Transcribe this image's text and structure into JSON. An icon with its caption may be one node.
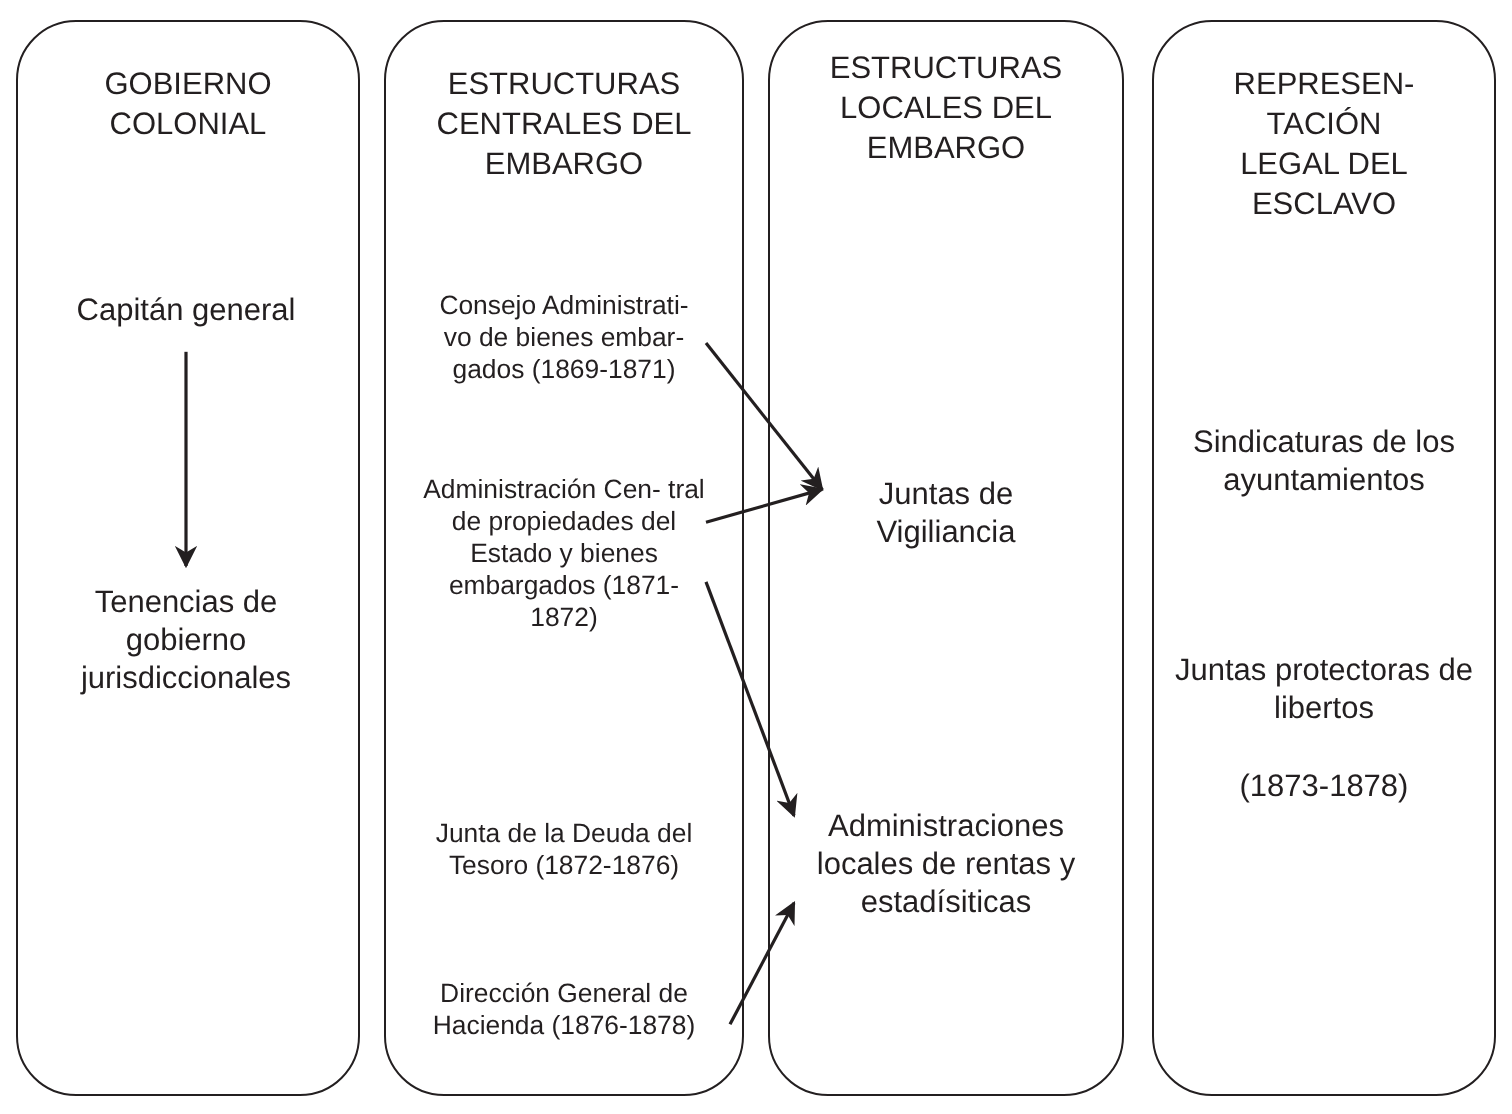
{
  "diagram": {
    "nodes": [
      {
        "text": [
          "GOBIERNO COLONIAL"
        ]
      },
      {
        "text": [
          "Capitán general"
        ],
        "in": 0
      },
      {
        "text": [
          "Tenencias de gobierno jurisdiccionales"
        ],
        "in": 0
      },
      {
        "text": [
          "ESTRUCTURAS CENTRALES DEL EMBARGO"
        ]
      },
      {
        "text": [
          "Consejo Administrati- vo de bienes embar- gados (1869-1871)"
        ],
        "in": 3
      },
      {
        "text": [
          "Administración Cen- tral de propiedades del Estado y bienes embargados (1871-1872)"
        ],
        "in": 3
      },
      {
        "text": [
          "Junta de la Deuda del Tesoro (1872-1876)"
        ],
        "in": 3
      },
      {
        "text": [
          "Dirección General de Hacienda (1876-1878)"
        ],
        "in": 3
      },
      {
        "text": [
          "ESTRUCTURAS LOCALES DEL EMBARGO"
        ]
      },
      {
        "text": [
          "Juntas de Vigiliancia"
        ],
        "in": 8
      },
      {
        "text": [
          "Administraciones locales de rentas y estadísiticas"
        ],
        "in": 8
      },
      {
        "text": [
          "REPRESEN- TACIÓN LEGAL DEL ESCLAVO"
        ]
      },
      {
        "text": [
          "Sindicaturas de los ayuntamientos"
        ],
        "in": 11
      },
      {
        "text": [
          "Juntas protectoras de libertos",
          "(1873-1878)"
        ],
        "in": 11
      }
    ],
    "edges": [
      {
        "from": 1,
        "to": 2,
        "arrow": "to"
      },
      {
        "from": 4,
        "to": 9,
        "arrow": "to"
      },
      {
        "from": 5,
        "to": 9,
        "arrow": "to"
      },
      {
        "from": 5,
        "to": 10,
        "arrow": "to"
      },
      {
        "from": 7,
        "to": 10,
        "arrow": "to"
      }
    ]
  }
}
